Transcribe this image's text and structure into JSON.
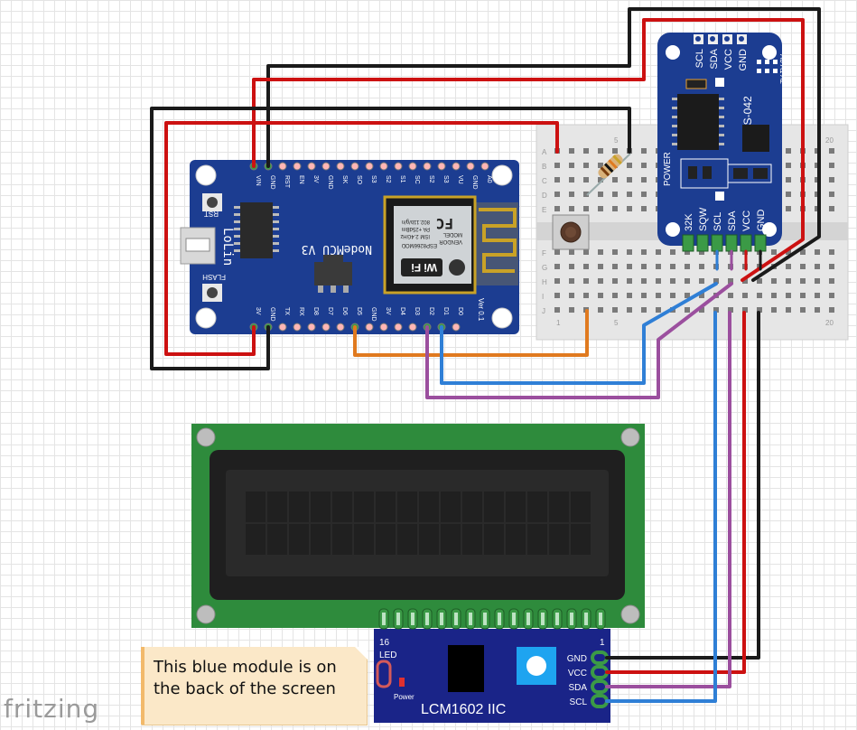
{
  "nodemcu": {
    "top_pins": [
      "VIN",
      "GND",
      "RST",
      "EN",
      "3V",
      "GND",
      "SK",
      "SO",
      "S3",
      "S2",
      "S1",
      "SC",
      "S2",
      "S3",
      "VU",
      "GND",
      "A0"
    ],
    "bottom_pins": [
      "3V",
      "GND",
      "TX",
      "RX",
      "D8",
      "D7",
      "D6",
      "D5",
      "GND",
      "3V",
      "D4",
      "D3",
      "D2",
      "D1",
      "D0"
    ],
    "name": "NodeMCU V3",
    "brand": "LoLin",
    "rst": "RST",
    "flash": "FLASH",
    "ver": "Ver 0.1",
    "module_model": "ESP8266MOD",
    "module_vendor": "VENDOR",
    "module_ism": "ISM 2.4GHz",
    "module_pa": "PA +25dBm",
    "module_std": "802.11b/g/n",
    "model_word": "MODEL",
    "wifi": "Wi Fi",
    "fc": "FC"
  },
  "rtc": {
    "name": "ZS-042",
    "top_pins": [
      "SCL",
      "SDA",
      "VCC",
      "GND"
    ],
    "addr": "A0 A1 A2",
    "power": "POWER",
    "bottom_pins": [
      "32K",
      "SQW",
      "SCL",
      "SDA",
      "VCC",
      "GND"
    ]
  },
  "breadboard": {
    "rows_top": [
      "A",
      "B",
      "C",
      "D",
      "E"
    ],
    "rows_bottom": [
      "F",
      "G",
      "H",
      "I",
      "J"
    ],
    "col_1": "1",
    "col_5": "5",
    "col_20": "20"
  },
  "i2c_module": {
    "title": "LCM1602 IIC",
    "pins": [
      "GND",
      "VCC",
      "SDA",
      "SCL"
    ],
    "led": "LED",
    "power": "Power",
    "pin16": "16",
    "pin1": "1"
  },
  "note": {
    "line1": "This blue module is on",
    "line2": "the back of the screen"
  },
  "logo": "fritzing",
  "colors": {
    "board_blue": "#1c3d91",
    "wire_red": "#cc1111",
    "wire_black": "#111111",
    "wire_orange": "#e07a1f",
    "wire_purple": "#9b4f9e",
    "wire_blue": "#2f7fd6",
    "lcd_green": "#2e8b3c"
  }
}
